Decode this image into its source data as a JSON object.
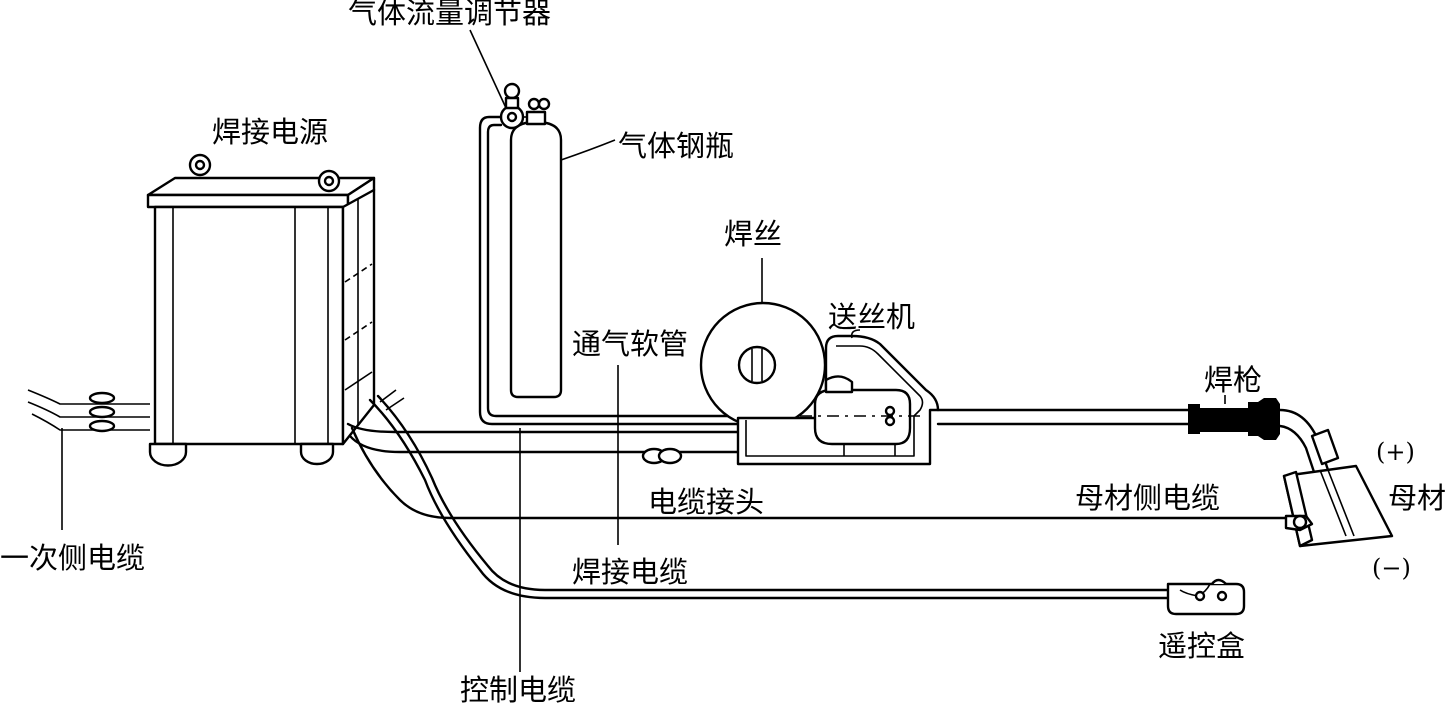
{
  "labels": {
    "gas_regulator": "气体流量调节器",
    "power_source": "焊接电源",
    "gas_cylinder": "气体钢瓶",
    "welding_wire": "焊丝",
    "gas_hose": "通气软管",
    "wire_feeder": "送丝机",
    "torch": "焊枪",
    "primary_cable": "一次侧电缆",
    "cable_connector": "电缆接头",
    "work_cable": "母材侧电缆",
    "base_metal": "母材",
    "welding_cable": "焊接电缆",
    "remote_box": "遥控盒",
    "control_cable": "控制电缆",
    "plus": "(+)",
    "minus": "(−)"
  }
}
